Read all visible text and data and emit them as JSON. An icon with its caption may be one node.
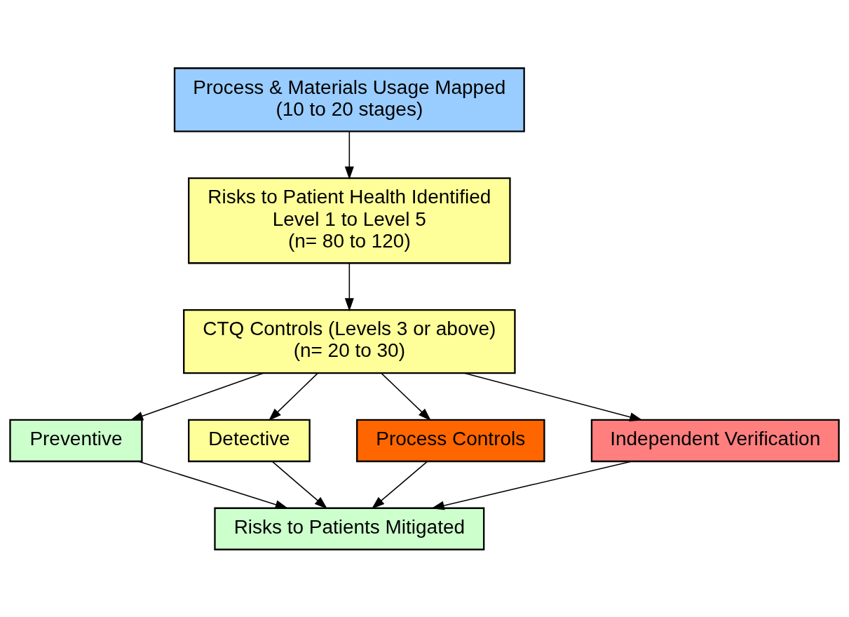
{
  "diagram": {
    "nodes": [
      {
        "text": [
          "Process & Materials Usage Mapped",
          "(10 to 20 stages)"
        ]
      },
      {
        "text": [
          "Risks to Patient Health Identified",
          "Level 1 to Level 5",
          "(n= 80 to 120)"
        ]
      },
      {
        "text": [
          "CTQ Controls (Levels 3 or above)",
          "(n= 20 to 30)"
        ]
      },
      {
        "text": [
          "Preventive"
        ]
      },
      {
        "text": [
          "Detective"
        ]
      },
      {
        "text": [
          "Process Controls"
        ]
      },
      {
        "text": [
          "Independent Verification"
        ]
      },
      {
        "text": [
          "Risks to Patients Mitigated"
        ]
      }
    ],
    "edges": [
      {
        "from": 0,
        "to": 1,
        "arrow": "to"
      },
      {
        "from": 1,
        "to": 2,
        "arrow": "to"
      },
      {
        "from": 2,
        "to": 3,
        "arrow": "to"
      },
      {
        "from": 2,
        "to": 4,
        "arrow": "to"
      },
      {
        "from": 2,
        "to": 5,
        "arrow": "to"
      },
      {
        "from": 2,
        "to": 6,
        "arrow": "to"
      },
      {
        "from": 3,
        "to": 7,
        "arrow": "to"
      },
      {
        "from": 4,
        "to": 7,
        "arrow": "to"
      },
      {
        "from": 5,
        "to": 7,
        "arrow": "to"
      },
      {
        "from": 6,
        "to": 7,
        "arrow": "to"
      }
    ]
  }
}
